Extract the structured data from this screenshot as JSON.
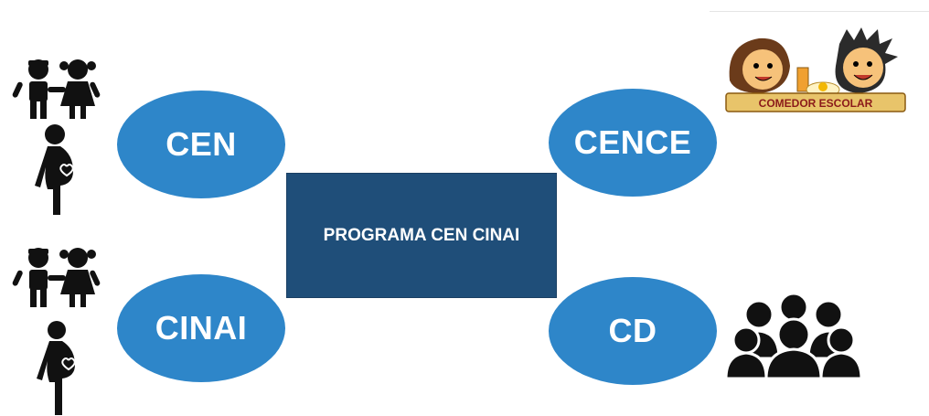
{
  "center": {
    "label": "PROGRAMA CEN CINAI"
  },
  "nodes": {
    "cen": "CEN",
    "cence": "CENCE",
    "cinai": "CINAI",
    "cd": "CD"
  },
  "logo": {
    "text": "COMEDOR ESCOLAR"
  },
  "colors": {
    "center_box": "#1f4e79",
    "node_fill": "#2e86c9",
    "label_text": "#ffffff",
    "icon": "#111111"
  },
  "icons": [
    "children-icon",
    "pregnant-woman-icon",
    "group-of-people-icon",
    "school-dining-logo"
  ]
}
